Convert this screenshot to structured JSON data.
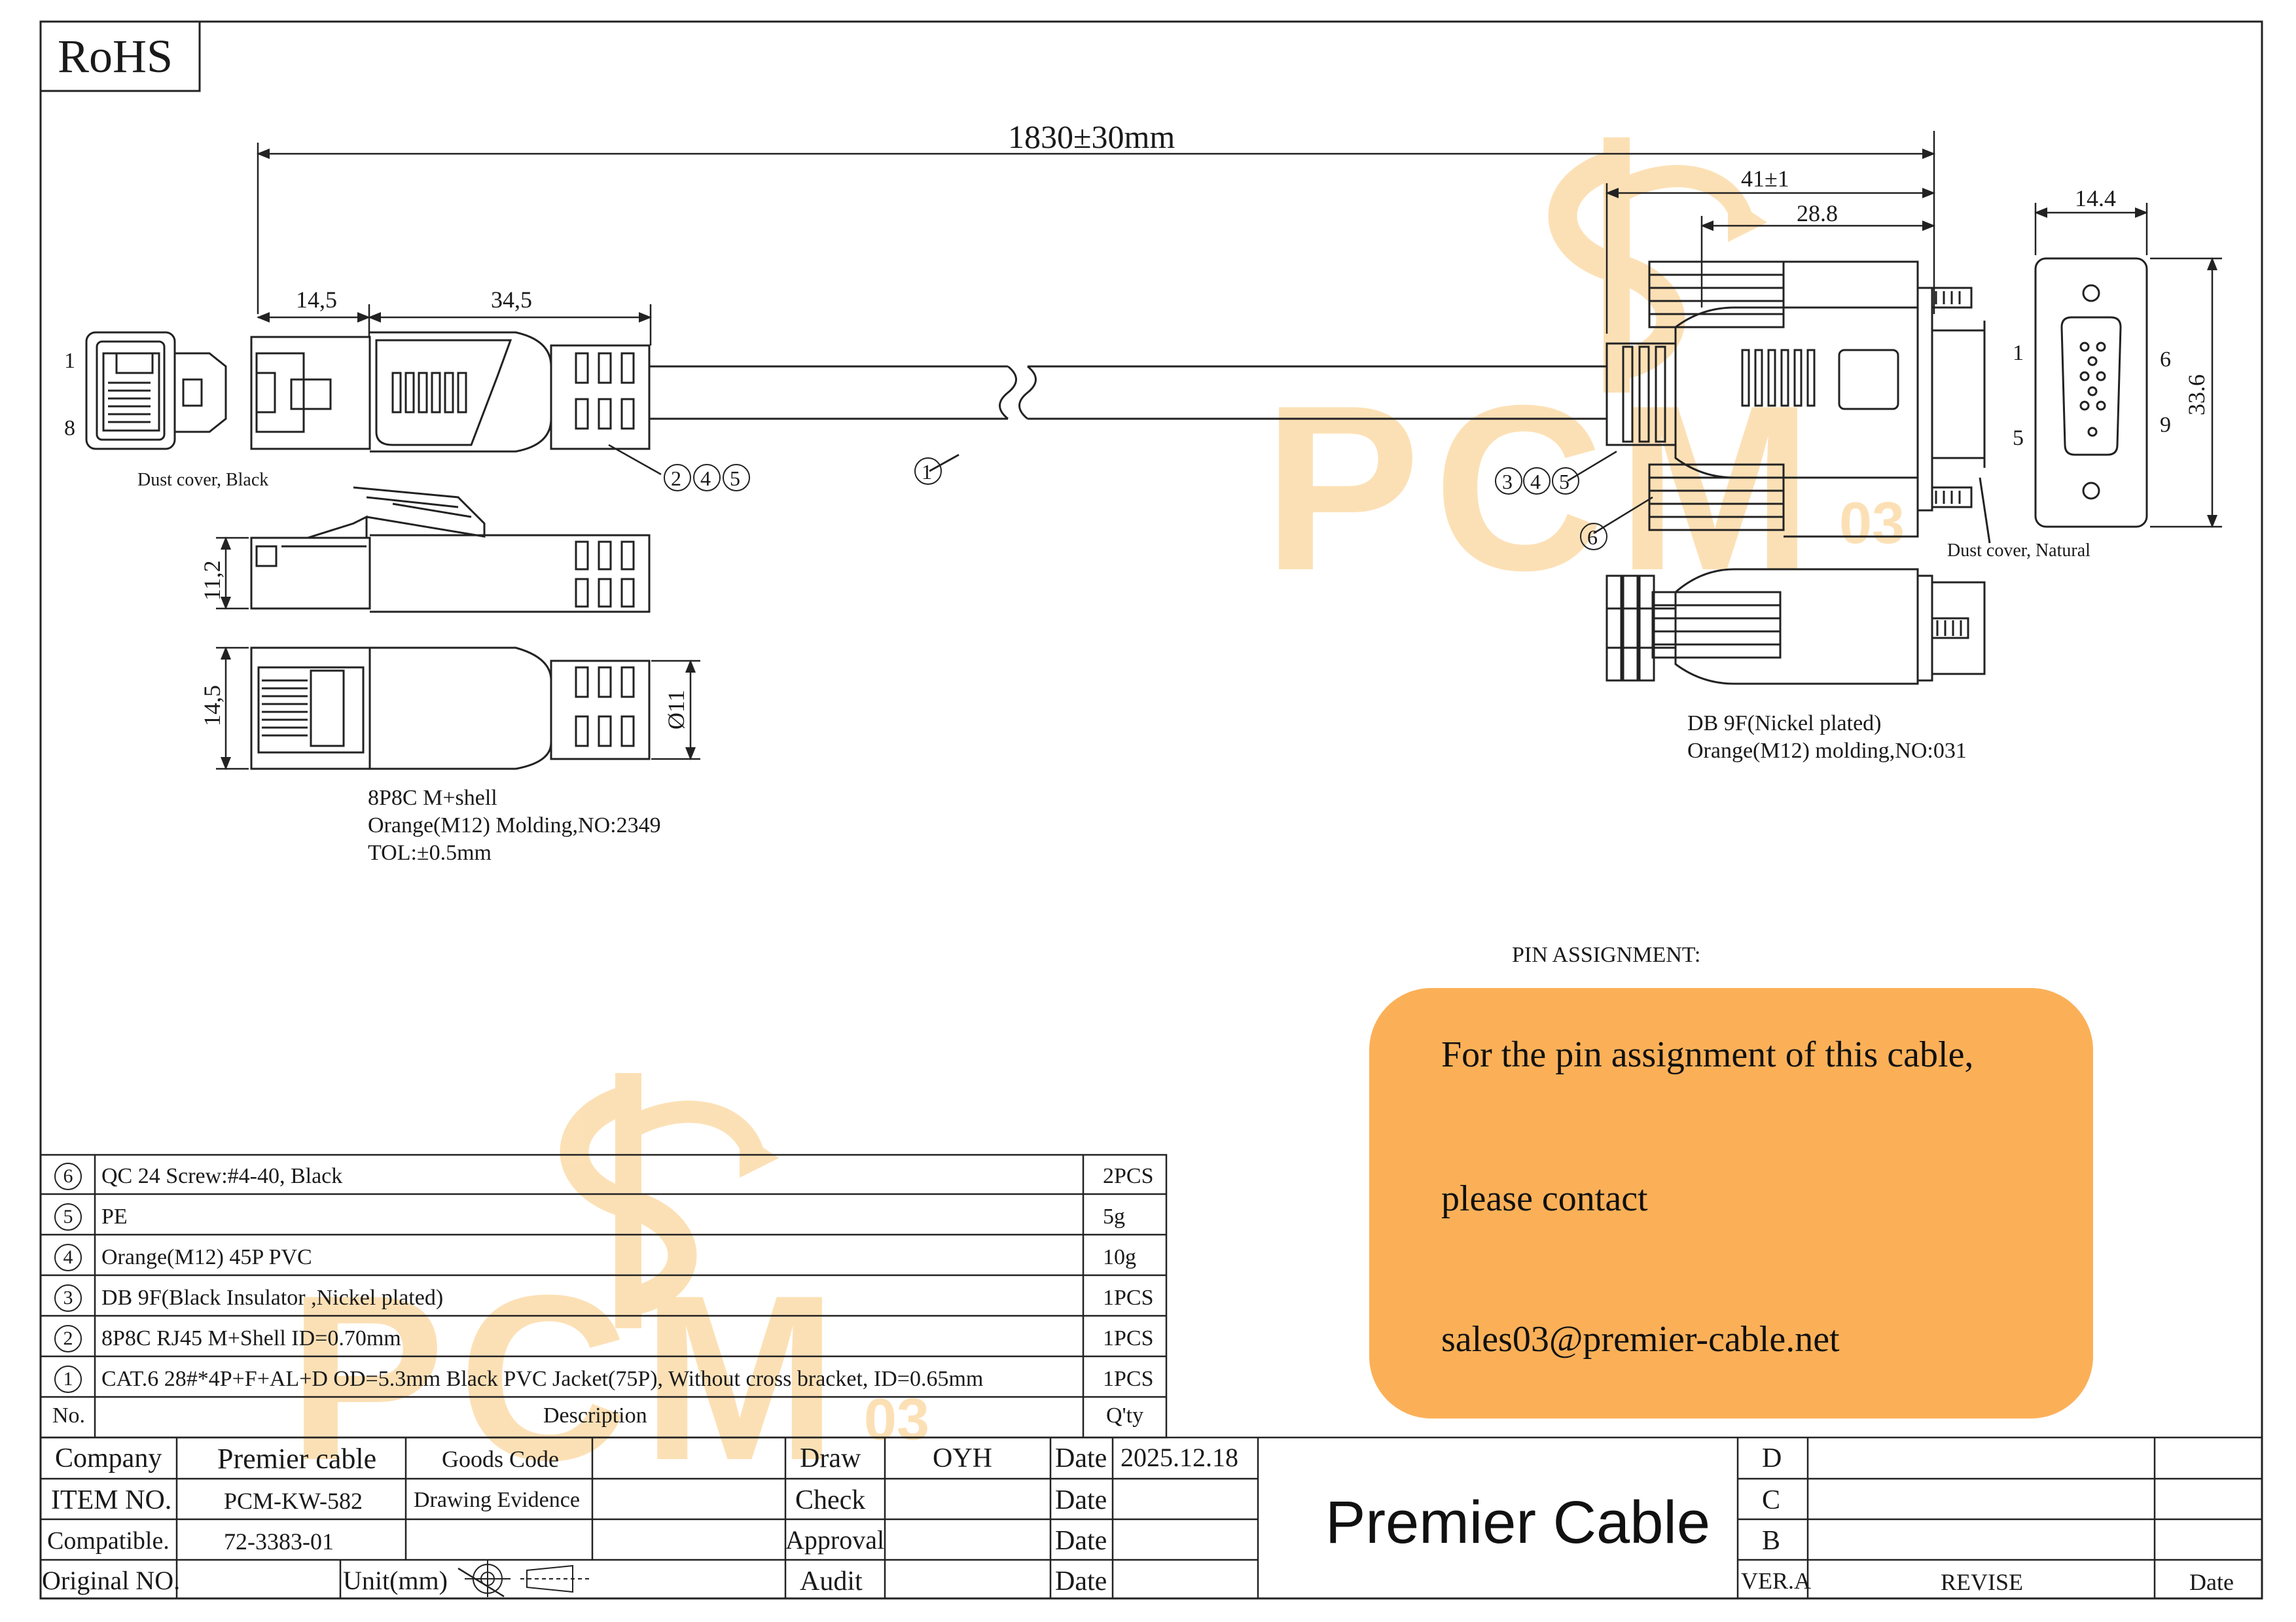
{
  "rohs": "RoHS",
  "watermark": {
    "brand": "PCM",
    "code": "03"
  },
  "dimensions": {
    "overall": "1830±30mm",
    "d_41": "41±1",
    "d_28": "28.8",
    "d_14_4": "14.4",
    "d_33_6": "33.6",
    "d_14_5_top": "14,5",
    "d_34_5": "34,5",
    "d_11_2": "11,2",
    "d_14_5_side": "14,5",
    "d_dia11": "Ø11"
  },
  "callouts": {
    "c1": "1",
    "c2": "2",
    "c4": "4",
    "c5": "5",
    "c3": "3",
    "c6": "6"
  },
  "rj45_pins": {
    "top": "1",
    "bottom": "8"
  },
  "db9_pins": {
    "p1": "1",
    "p5": "5",
    "p6": "6",
    "p9": "9"
  },
  "labels": {
    "dust_black": "Dust cover, Black",
    "dust_natural": "Dust cover, Natural",
    "rj45_line1": "8P8C M+shell",
    "rj45_line2": "Orange(M12) Molding,NO:2349",
    "rj45_line3": "TOL:±0.5mm",
    "db9_line1": "DB 9F(Nickel plated)",
    "db9_line2": "Orange(M12) molding,NO:031",
    "pin_assignment": "PIN ASSIGNMENT:"
  },
  "pin_box": {
    "line1": "For the pin assignment of this cable,",
    "line2": "please contact",
    "line3": "sales03@premier-cable.net"
  },
  "bom": {
    "rows": [
      {
        "no": "6",
        "desc": "QC 24 Screw:#4-40, Black",
        "qty": "2PCS"
      },
      {
        "no": "5",
        "desc": "PE",
        "qty": "5g"
      },
      {
        "no": "4",
        "desc": "Orange(M12) 45P PVC",
        "qty": "10g"
      },
      {
        "no": "3",
        "desc": "DB 9F(Black Insulator ,Nickel plated)",
        "qty": "1PCS"
      },
      {
        "no": "2",
        "desc": "8P8C RJ45 M+Shell ID=0.70mm",
        "qty": "1PCS"
      },
      {
        "no": "1",
        "desc": "CAT.6 28#*4P+F+AL+D OD=5.3mm Black PVC Jacket(75P), Without cross bracket, ID=0.65mm",
        "qty": "1PCS"
      }
    ],
    "header": {
      "no": "No.",
      "desc": "Description",
      "qty": "Q'ty"
    }
  },
  "title_block": {
    "company_label": "Company",
    "company_value": "Premier cable",
    "goods_code_label": "Goods Code",
    "item_label": "ITEM NO.",
    "item_value": "PCM-KW-582",
    "drawing_evidence": "Drawing Evidence",
    "compatible_label": "Compatible.",
    "compatible_value": "72-3383-01",
    "original_label": "Original NO.",
    "unit_label": "Unit(mm)",
    "draw_label": "Draw",
    "draw_value": "OYH",
    "check_label": "Check",
    "approval_label": "Approval",
    "audit_label": "Audit",
    "date_label": "Date",
    "date_value": "2025.12.18",
    "brand": "Premier Cable",
    "rev_d": "D",
    "rev_c": "C",
    "rev_b": "B",
    "ver": "VER.A",
    "revise": "REVISE",
    "rev_date": "Date"
  }
}
